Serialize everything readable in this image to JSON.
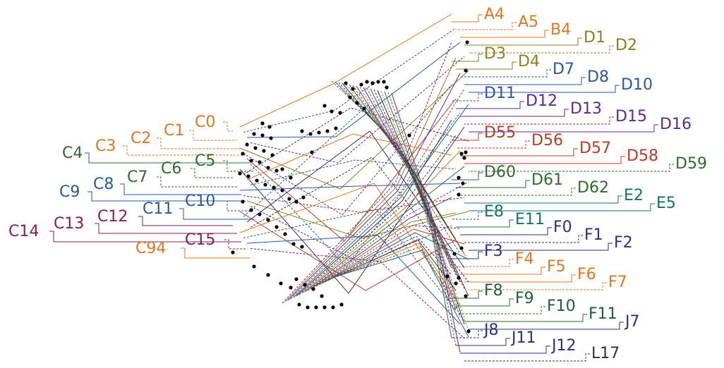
{
  "colors": {
    "orange": "#e8741c",
    "green": "#2e6b2e",
    "blue": "#2a56a8",
    "maroon": "#8a1c52",
    "olive": "#8a8020",
    "purple": "#5b2a9a",
    "red": "#c0391f",
    "teal": "#14706a",
    "indigo": "#2c2c8a",
    "dark": "#333333"
  },
  "left_labels": [
    "C0",
    "C1",
    "C2",
    "C3",
    "C4",
    "C5",
    "C6",
    "C7",
    "C8",
    "C9",
    "C10",
    "C11",
    "C12",
    "C13",
    "C14",
    "C15",
    "C94"
  ],
  "right_labels": [
    "A4",
    "A5",
    "B4",
    "D1",
    "D2",
    "D3",
    "D4",
    "D7",
    "D8",
    "D10",
    "D11",
    "D12",
    "D13",
    "D15",
    "D16",
    "D55",
    "D56",
    "D57",
    "D58",
    "D59",
    "D60",
    "D61",
    "D62",
    "E2",
    "E5",
    "E8",
    "E11",
    "F0",
    "F1",
    "F2",
    "F3",
    "F4",
    "F5",
    "F6",
    "F7",
    "F8",
    "F9",
    "F10",
    "F11",
    "J7",
    "J8",
    "J11",
    "J12",
    "L17"
  ]
}
